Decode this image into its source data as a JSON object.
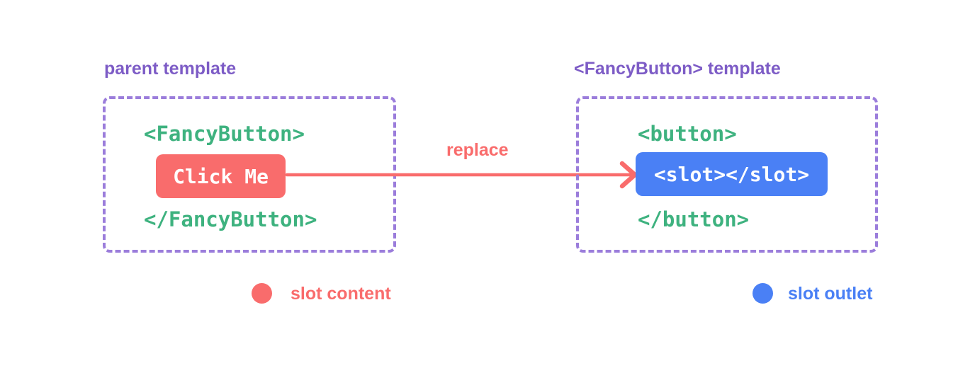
{
  "colors": {
    "background": "#ffffff",
    "heading_purple": "#7d5cc6",
    "border_purple": "#9b7ddb",
    "code_green": "#3eb27f",
    "slot_content_coral": "#f96c6c",
    "slot_outlet_blue": "#4a80f5",
    "chip_text_white": "#ffffff"
  },
  "parent_panel": {
    "title": "parent template",
    "open_tag": "<FancyButton>",
    "button_label": "Click Me",
    "close_tag": "</FancyButton>"
  },
  "arrow": {
    "label": "replace"
  },
  "fancy_button_panel": {
    "title": "<FancyButton> template",
    "open_tag": "<button>",
    "slot_tag": "<slot></slot>",
    "close_tag": "</button>"
  },
  "legend": [
    {
      "label": "slot content",
      "color": "#f96c6c"
    },
    {
      "label": "slot outlet",
      "color": "#4a80f5"
    }
  ]
}
